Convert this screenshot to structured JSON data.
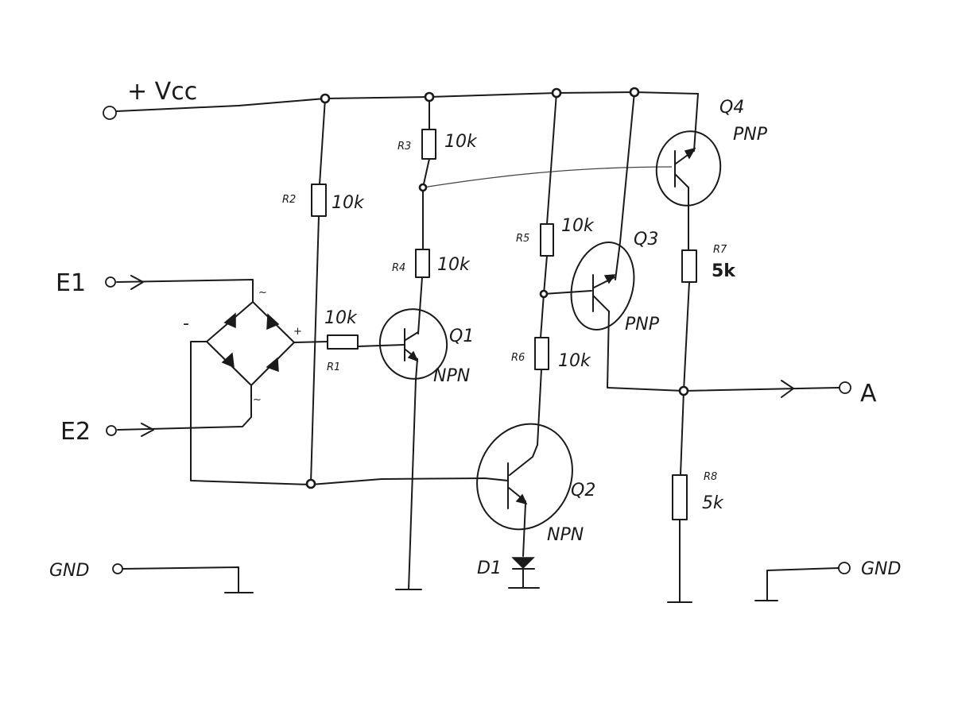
{
  "terminals": {
    "vcc": "+ Vcc",
    "e1": "E1",
    "e2": "E2",
    "gnd_left": "GND",
    "gnd_right": "GND",
    "out_a": "A"
  },
  "bridge": {
    "minus": "-",
    "plus": "+",
    "ac_top": "~",
    "ac_bottom": "~"
  },
  "resistors": {
    "r1": {
      "name": "R1",
      "value": "10k"
    },
    "r2": {
      "name": "R2",
      "value": "10k"
    },
    "r3": {
      "name": "R3",
      "value": "10k"
    },
    "r4": {
      "name": "R4",
      "value": "10k"
    },
    "r5": {
      "name": "R5",
      "value": "10k"
    },
    "r6": {
      "name": "R6",
      "value": "10k"
    },
    "r7": {
      "name": "R7",
      "value": "5k"
    },
    "r8": {
      "name": "R8",
      "value": "5k"
    }
  },
  "transistors": {
    "q1": {
      "name": "Q1",
      "type": "NPN"
    },
    "q2": {
      "name": "Q2",
      "type": "NPN"
    },
    "q3": {
      "name": "Q3",
      "type": "PNP"
    },
    "q4": {
      "name": "Q4",
      "type": "PNP"
    }
  },
  "diode": {
    "name": "D1"
  }
}
